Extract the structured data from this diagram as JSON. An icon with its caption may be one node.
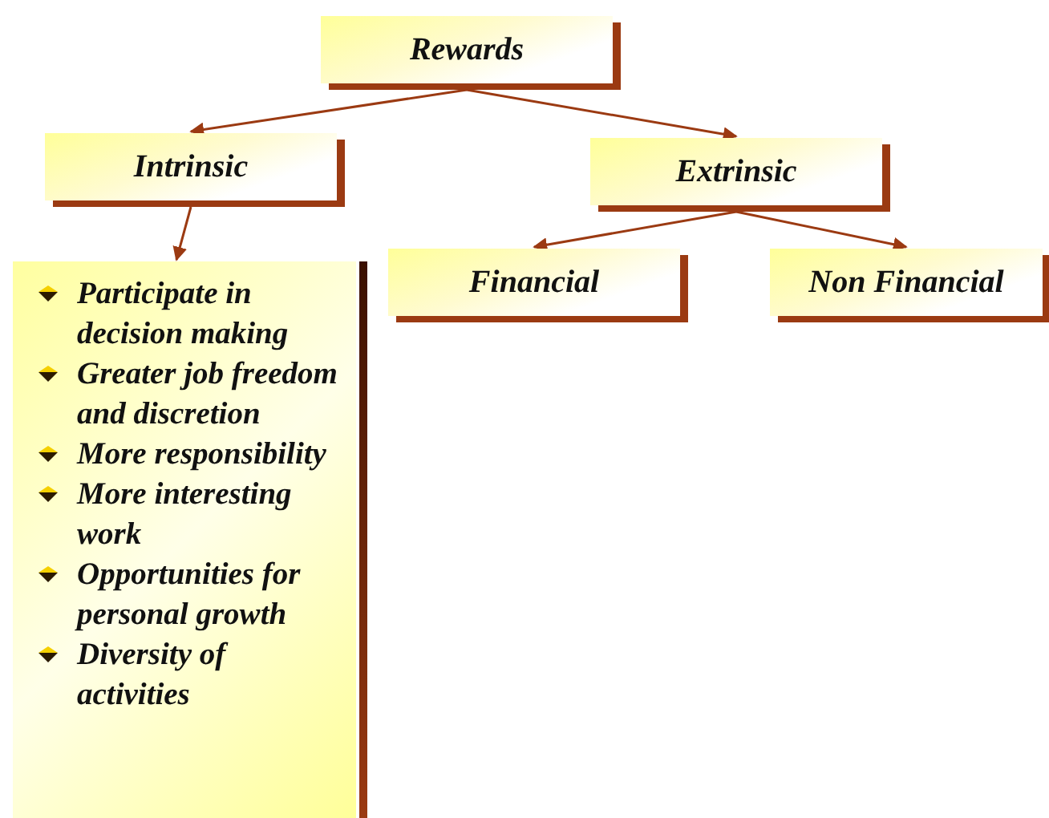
{
  "diagram": {
    "nodes": [
      {
        "text": [
          "Rewards"
        ]
      },
      {
        "text": [
          "Intrinsic"
        ]
      },
      {
        "text": [
          "Extrinsic"
        ]
      },
      {
        "text": [
          "Financial"
        ]
      },
      {
        "text": [
          "Non Financial"
        ]
      },
      {
        "text": [
          "Participate in decision making",
          "Greater job freedom and discretion",
          "More responsibility",
          "More interesting work",
          "Opportunities for personal growth",
          "Diversity of activities"
        ]
      }
    ],
    "edges": [
      {
        "from": 0,
        "to": 1,
        "arrow": "to"
      },
      {
        "from": 0,
        "to": 2,
        "arrow": "to"
      },
      {
        "from": 1,
        "to": 5,
        "arrow": "to"
      },
      {
        "from": 2,
        "to": 3,
        "arrow": "to"
      },
      {
        "from": 2,
        "to": 4,
        "arrow": "to"
      }
    ]
  }
}
